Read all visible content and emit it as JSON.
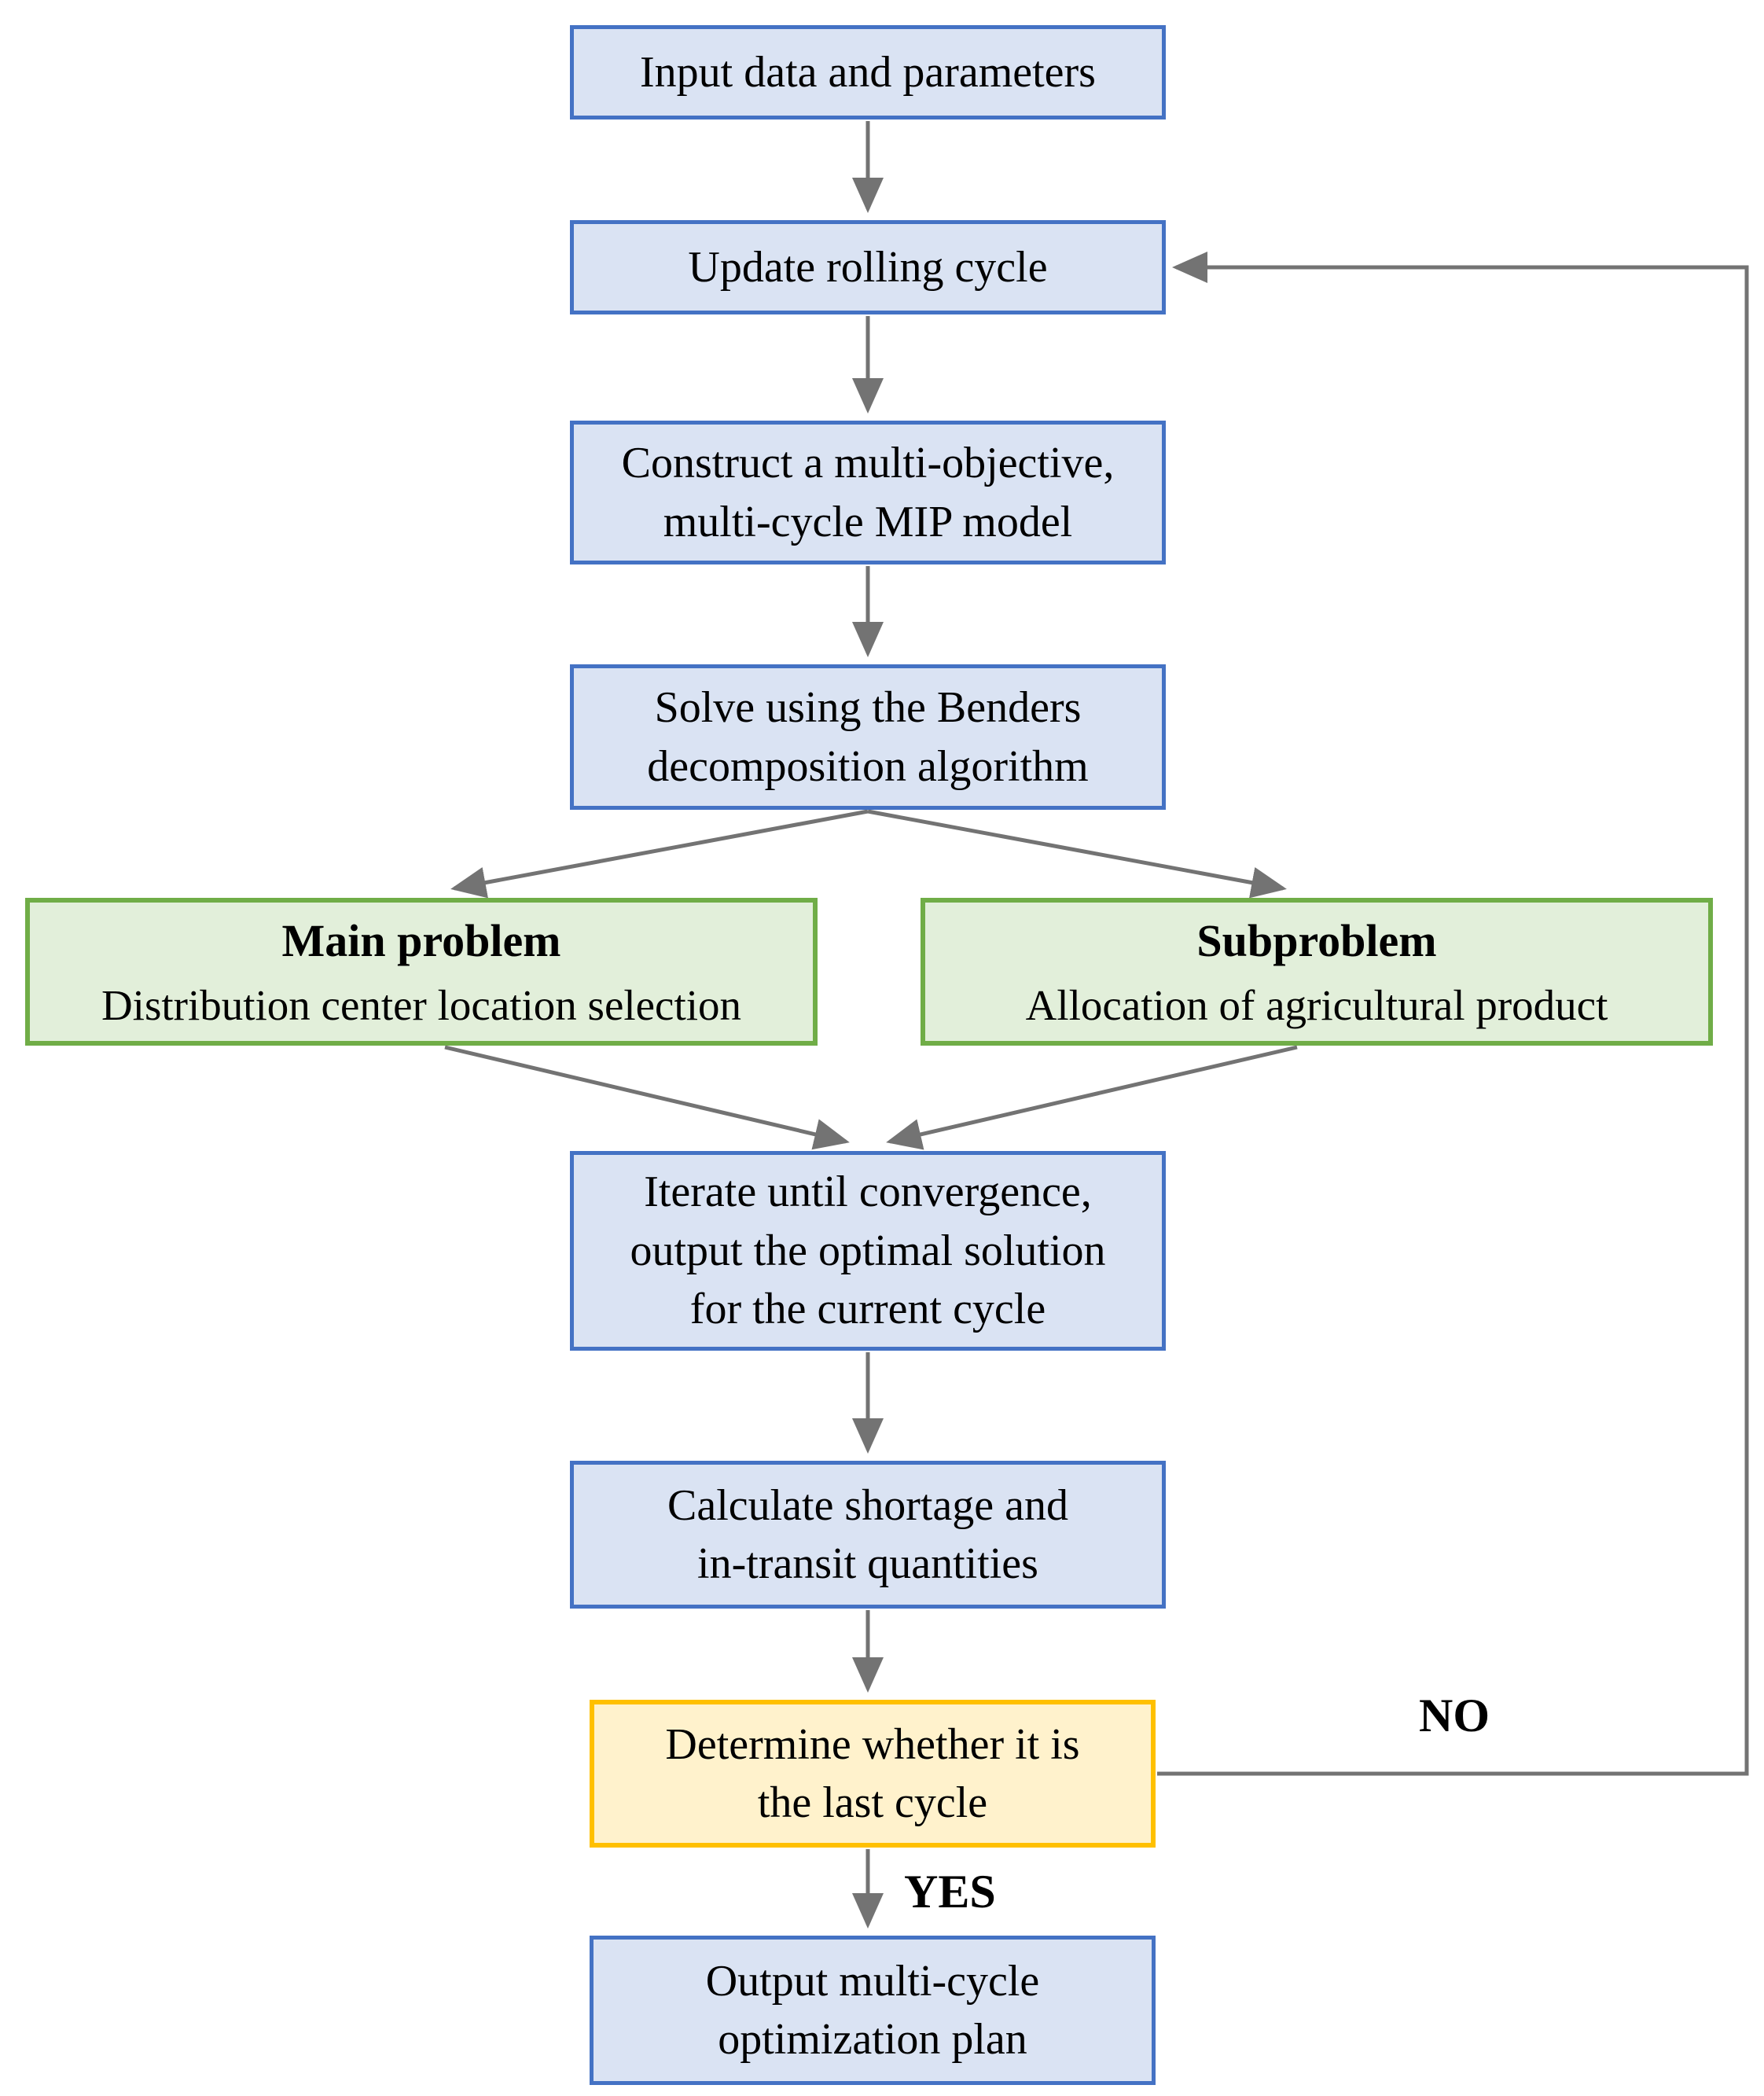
{
  "diagram": {
    "type": "flowchart",
    "nodes": {
      "input": {
        "label": "Input data and parameters",
        "kind": "process"
      },
      "update": {
        "label": "Update rolling cycle",
        "kind": "process"
      },
      "construct": {
        "label": "Construct a multi-objective,\nmulti-cycle MIP model",
        "kind": "process"
      },
      "solve": {
        "label": "Solve using the Benders\ndecomposition algorithm",
        "kind": "process"
      },
      "main_problem": {
        "title": "Main problem",
        "subtitle": "Distribution center location selection",
        "kind": "benders-component"
      },
      "subproblem": {
        "title": "Subproblem",
        "subtitle": "Allocation of agricultural product",
        "kind": "benders-component"
      },
      "iterate": {
        "label": "Iterate until convergence,\noutput the optimal solution\nfor the current cycle",
        "kind": "process"
      },
      "calculate": {
        "label": "Calculate shortage and\nin-transit quantities",
        "kind": "process"
      },
      "decision": {
        "label": "Determine whether it is\nthe last cycle",
        "kind": "decision"
      },
      "output": {
        "label": "Output multi-cycle\noptimization plan",
        "kind": "process"
      }
    },
    "edges": [
      {
        "from": "input",
        "to": "update",
        "label": ""
      },
      {
        "from": "update",
        "to": "construct",
        "label": ""
      },
      {
        "from": "construct",
        "to": "solve",
        "label": ""
      },
      {
        "from": "solve",
        "to": "main_problem",
        "label": ""
      },
      {
        "from": "solve",
        "to": "subproblem",
        "label": ""
      },
      {
        "from": "main_problem",
        "to": "iterate",
        "label": ""
      },
      {
        "from": "subproblem",
        "to": "iterate",
        "label": ""
      },
      {
        "from": "iterate",
        "to": "calculate",
        "label": ""
      },
      {
        "from": "calculate",
        "to": "decision",
        "label": ""
      },
      {
        "from": "decision",
        "to": "output",
        "label": "YES"
      },
      {
        "from": "decision",
        "to": "update",
        "label": "NO"
      }
    ],
    "edge_labels": {
      "yes": "YES",
      "no": "NO"
    },
    "colors": {
      "process-fill": "#dae3f3",
      "process-border": "#4472c4",
      "benders-fill": "#e2efda",
      "benders-border": "#70ad47",
      "decision-fill": "#fff2cc",
      "decision-border": "#ffc000",
      "arrow": "#737373",
      "text": "#000000",
      "canvas": "#ffffff"
    }
  }
}
